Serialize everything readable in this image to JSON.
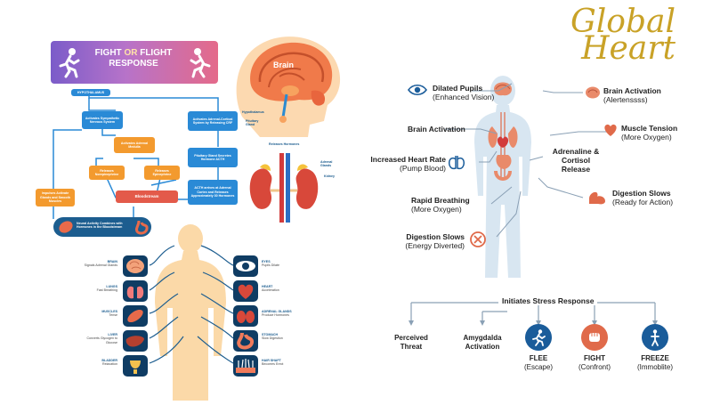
{
  "left": {
    "banner": {
      "title_a": "FIGHT ",
      "title_b": "OR ",
      "title_c": "FLIGHT",
      "title_d": "RESPONSE"
    },
    "brain_label": "Brain",
    "labels": {
      "hypothalamus_small": "Hypothalamus",
      "pituitary_small": "Pituitary Gland",
      "releases_hormones": "Releases Hormones",
      "adrenal_small": "Adrenal Glands",
      "kidney_small": "Kidney"
    },
    "flow": {
      "hypothalamus": "HYPOTHALAMUS",
      "activates_sympathetic": "Activates Sympathetic Nervous System",
      "activates_adrenal": "Activates Adrenal-Cortical System by Releasing CRF",
      "activates_medulla": "Activates Adrenal Medulla",
      "pituitary_acth": "Pituitary Gland Secretes Hormone ACTH",
      "releases_norepi": "Releases Norepinephrine",
      "releases_epi": "Releases Epinephrine",
      "acth_arrives": "ACTH arrives at Adrenal Cortex and Releases Approximately 30 Hormones",
      "impulses": "Impulses Activate Glands and Smooth Muscles",
      "bloodstream": "Bloodstream",
      "neural": "Neural Activity Combines with Hormones in the Bloodstream"
    },
    "organs_left": [
      {
        "name": "BRAIN",
        "desc": "Signals Adrenal Glands"
      },
      {
        "name": "LUNGS",
        "desc": "Fast Breathing"
      },
      {
        "name": "MUSCLES",
        "desc": "Tense"
      },
      {
        "name": "LIVER",
        "desc": "Converts Glycogen to Glucose"
      },
      {
        "name": "BLADDER",
        "desc": "Relaxation"
      }
    ],
    "organs_right": [
      {
        "name": "EYES",
        "desc": "Pupils Dilate"
      },
      {
        "name": "HEART",
        "desc": "Acceleration"
      },
      {
        "name": "ADRENAL GLANDS",
        "desc": "Produce Hormones"
      },
      {
        "name": "STOMACH",
        "desc": "Slow Digestion"
      },
      {
        "name": "HAIR SHAFT",
        "desc": "Becomes Erect"
      }
    ]
  },
  "right": {
    "logo": {
      "line1": "Global",
      "line2": "Heart"
    },
    "labels": {
      "dilated_title": "Dilated Pupils",
      "dilated_sub": "(Enhanced Vision)",
      "brain_act_r_title": "Brain Activation",
      "brain_act_r_sub": "(Alertenssss)",
      "brain_act_l_title": "Brain Activation",
      "muscle_title": "Muscle Tension",
      "muscle_sub": "(More Oxygen)",
      "adrenaline_title": "Adrenaline & Cortisol Release",
      "heart_rate_title": "Increased Heart Rate",
      "heart_rate_sub": "(Pump Blood)",
      "digest_r_title": "Digestion Slows",
      "digest_r_sub": "(Ready for Action)",
      "breathing_title": "Rapid Breathing",
      "breathing_sub": "(More Oxygen)",
      "digest_l_title": "Digestion Slows",
      "digest_l_sub": "(Energy Diverted)"
    },
    "stress": {
      "header": "Initiates Stress Response",
      "items": [
        {
          "title": "Perceived",
          "sub": "Threat"
        },
        {
          "title": "Amygdalda",
          "sub": "Activation"
        },
        {
          "title": "FLEE",
          "sub": "(Escape)"
        },
        {
          "title": "FIGHT",
          "sub": "(Confront)"
        },
        {
          "title": "FREEZE",
          "sub": "(Immoblite)"
        }
      ]
    },
    "colors": {
      "accent": "#1a5c9a",
      "gold": "#c9a227",
      "organ_red": "#e06a4a",
      "body": "#d8e6f1"
    }
  }
}
